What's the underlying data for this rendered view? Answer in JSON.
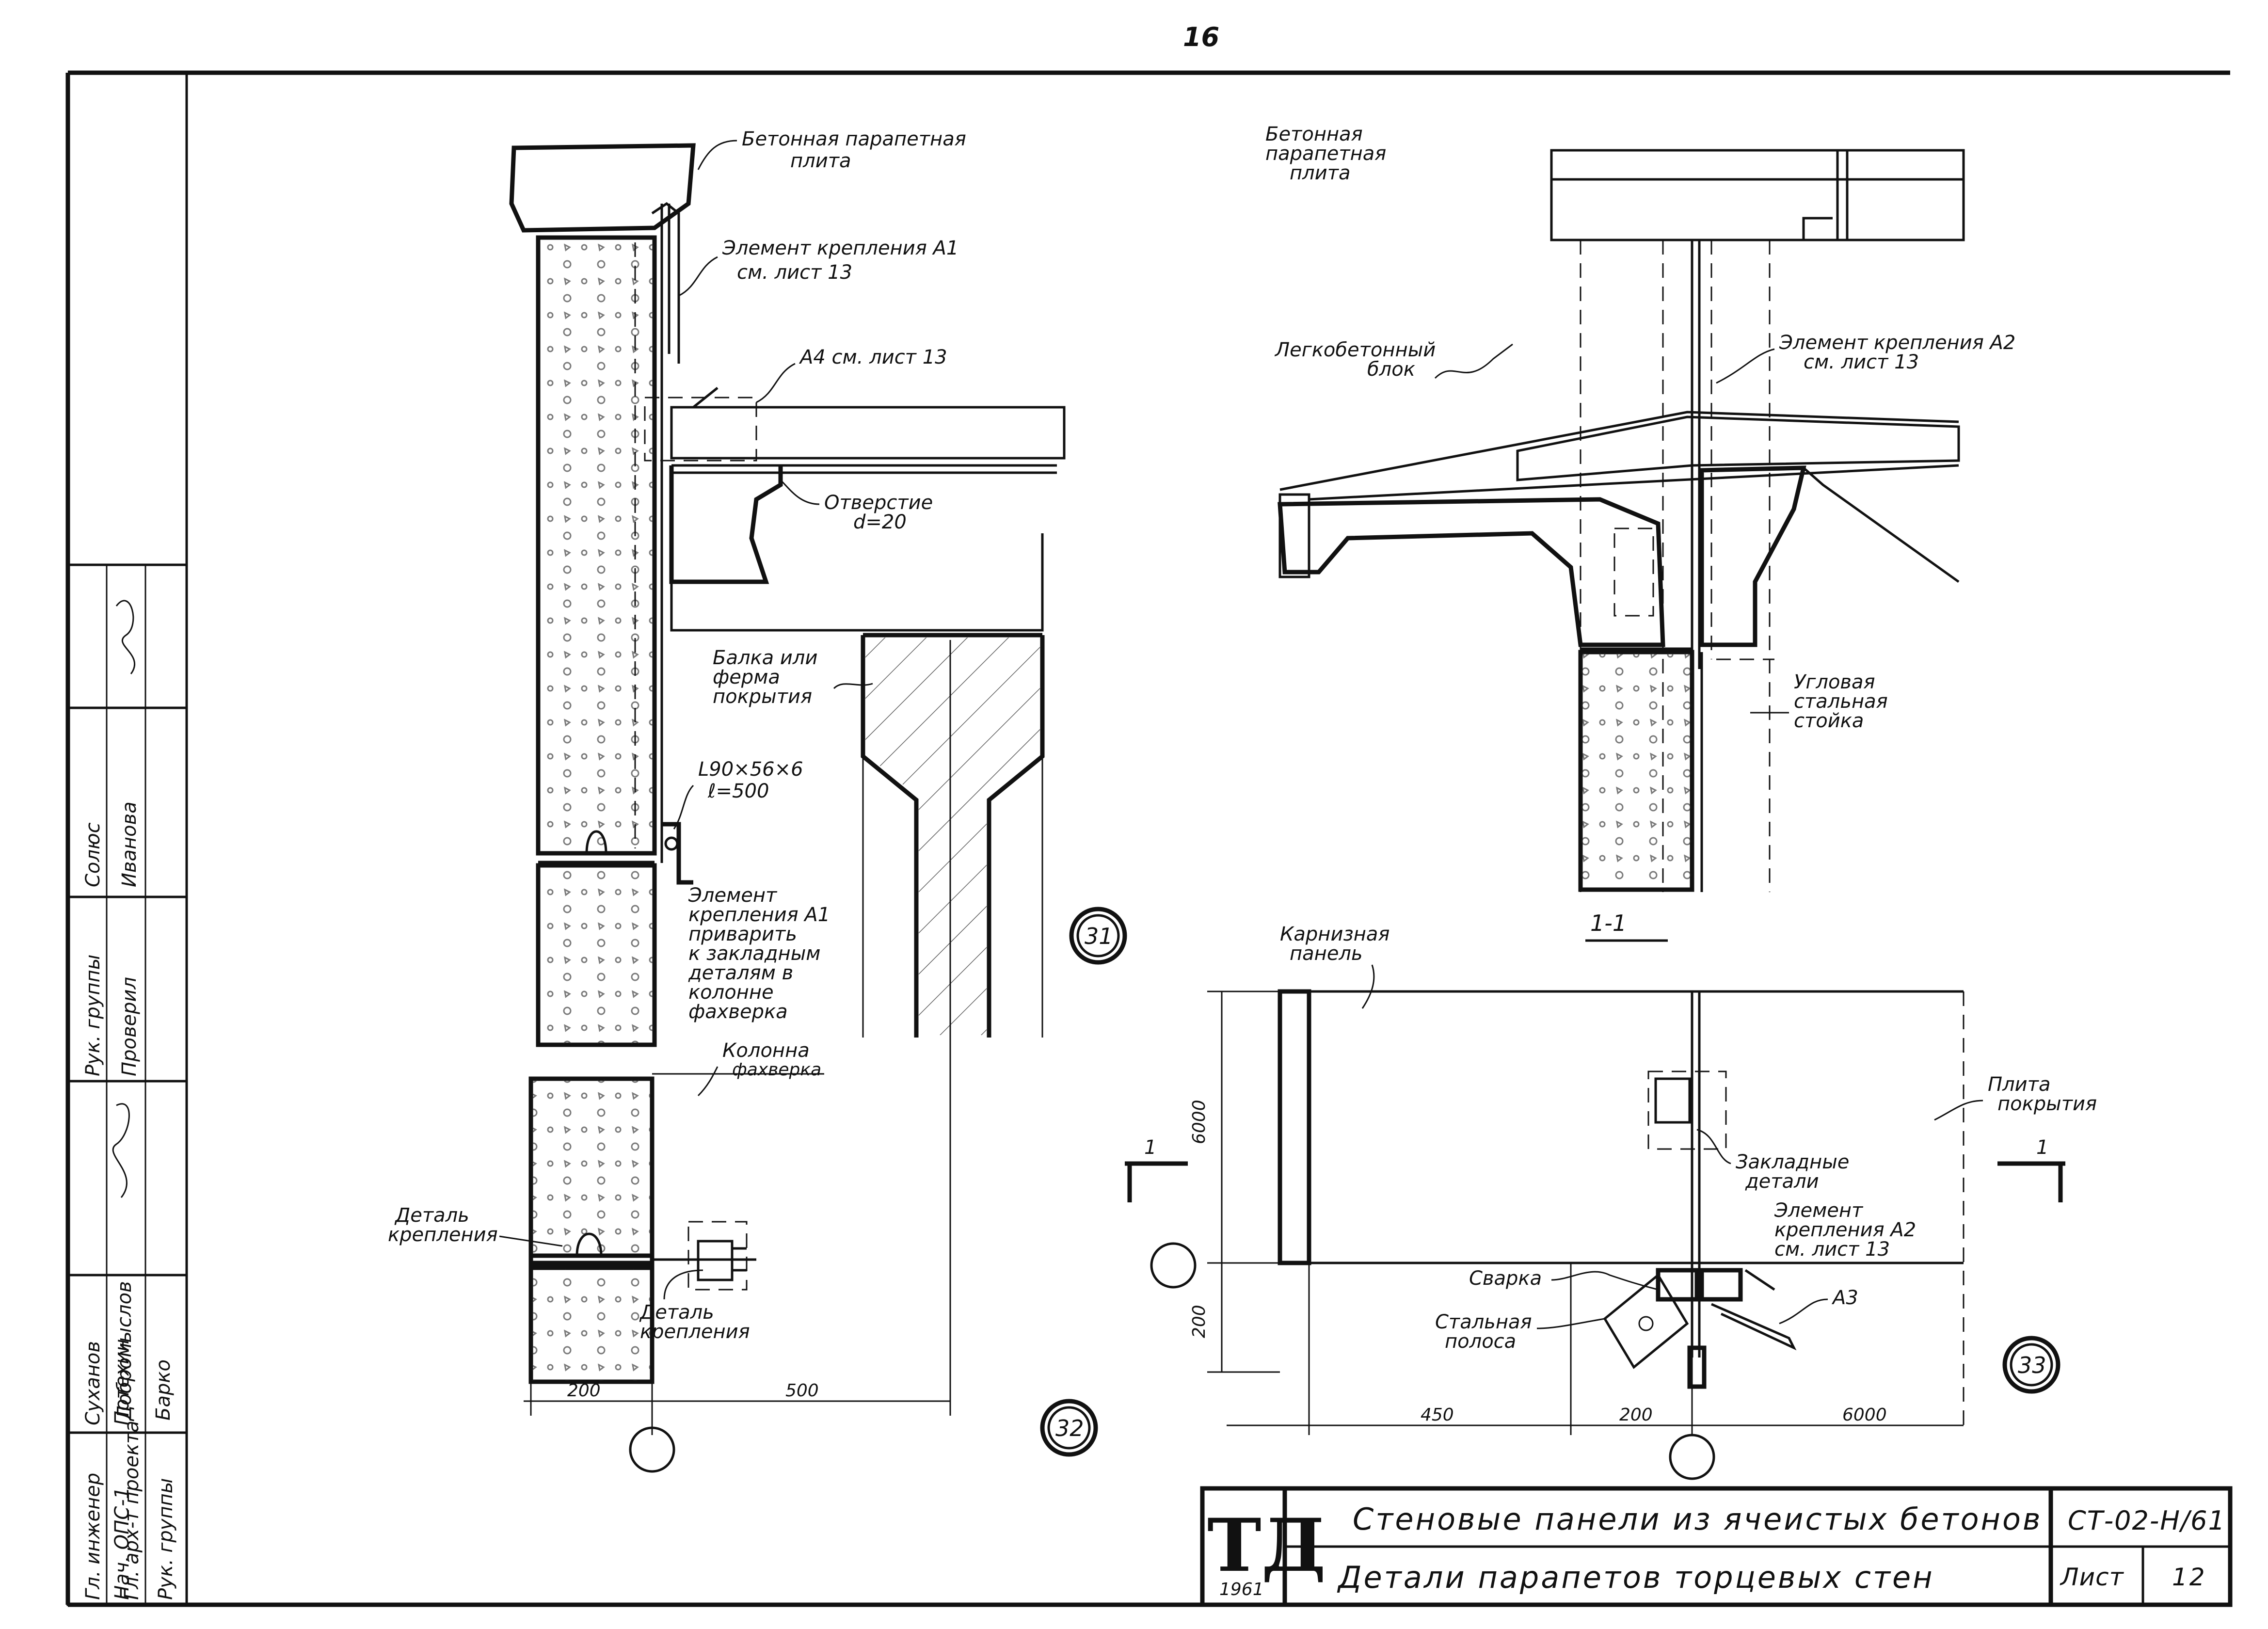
{
  "page_number": "16",
  "title_block": {
    "logo": "ТД",
    "year": "1961",
    "title_line1": "Стеновые панели из ячеистых бетонов",
    "title_line2": "Детали парапетов торцевых стен",
    "doc_code": "СТ-02-Н/61",
    "sheet_label": "Лист",
    "sheet_number": "12"
  },
  "side_stamp": {
    "rows": [
      {
        "role": "Гл. инженер",
        "name": "Суханов"
      },
      {
        "role": "Нач. ОПС-1",
        "name": "Потехин"
      },
      {
        "role": "Гл. арх-т проекта",
        "name": "Добромыслов"
      },
      {
        "role": "Рук. группы",
        "name": "Барко"
      }
    ],
    "upper_left": [
      "Рук. группы",
      "Проверил"
    ],
    "upper_right": [
      "Солюс",
      "Иванова"
    ]
  },
  "details": {
    "d31": {
      "callout": "31",
      "labels": {
        "parapet_plate": [
          "Бетонная парапетная",
          "плита"
        ],
        "fixing_a1": [
          "Элемент крепления А1",
          "см. лист 13"
        ],
        "a4": "А4 см. лист 13",
        "hole": [
          "Отверстие",
          "d=20"
        ],
        "beam": [
          "Балка или",
          "ферма",
          "покрытия"
        ],
        "angle": [
          "L90×56×6",
          "ℓ=500"
        ],
        "weld_a1": [
          "Элемент",
          "крепления А1",
          "приварить",
          "к закладным",
          "деталям в",
          "колонне",
          "фахверка"
        ]
      }
    },
    "d32": {
      "callout": "32",
      "labels": {
        "column": [
          "Колонна",
          "фахверка"
        ],
        "detail_left": [
          "Деталь",
          "крепления"
        ],
        "detail_right": [
          "Деталь",
          "крепления"
        ]
      },
      "dims": [
        "200",
        "500"
      ]
    },
    "section11": {
      "title": "1-1",
      "labels": {
        "parapet_plate": [
          "Бетонная",
          "парапетная",
          "плита"
        ],
        "block": [
          "Легкобетонный",
          "блок"
        ],
        "fixing_a2": [
          "Элемент крепления А2",
          "см. лист 13"
        ],
        "steel_post": [
          "Угловая",
          "стальная",
          "стойка"
        ]
      }
    },
    "d33": {
      "callout": "33",
      "labels": {
        "cornice": [
          "Карнизная",
          "панель"
        ],
        "plate": [
          "Плита",
          "покрытия"
        ],
        "embedded": [
          "Закладные",
          "детали"
        ],
        "fixing_a2": [
          "Элемент",
          "крепления А2",
          "см. лист 13"
        ],
        "weld": "Сварка",
        "strip": [
          "Стальная",
          "полоса"
        ],
        "a3": "А3",
        "section_mark": "1"
      },
      "dims": [
        "6000",
        "200",
        "450",
        "200",
        "6000"
      ]
    }
  }
}
